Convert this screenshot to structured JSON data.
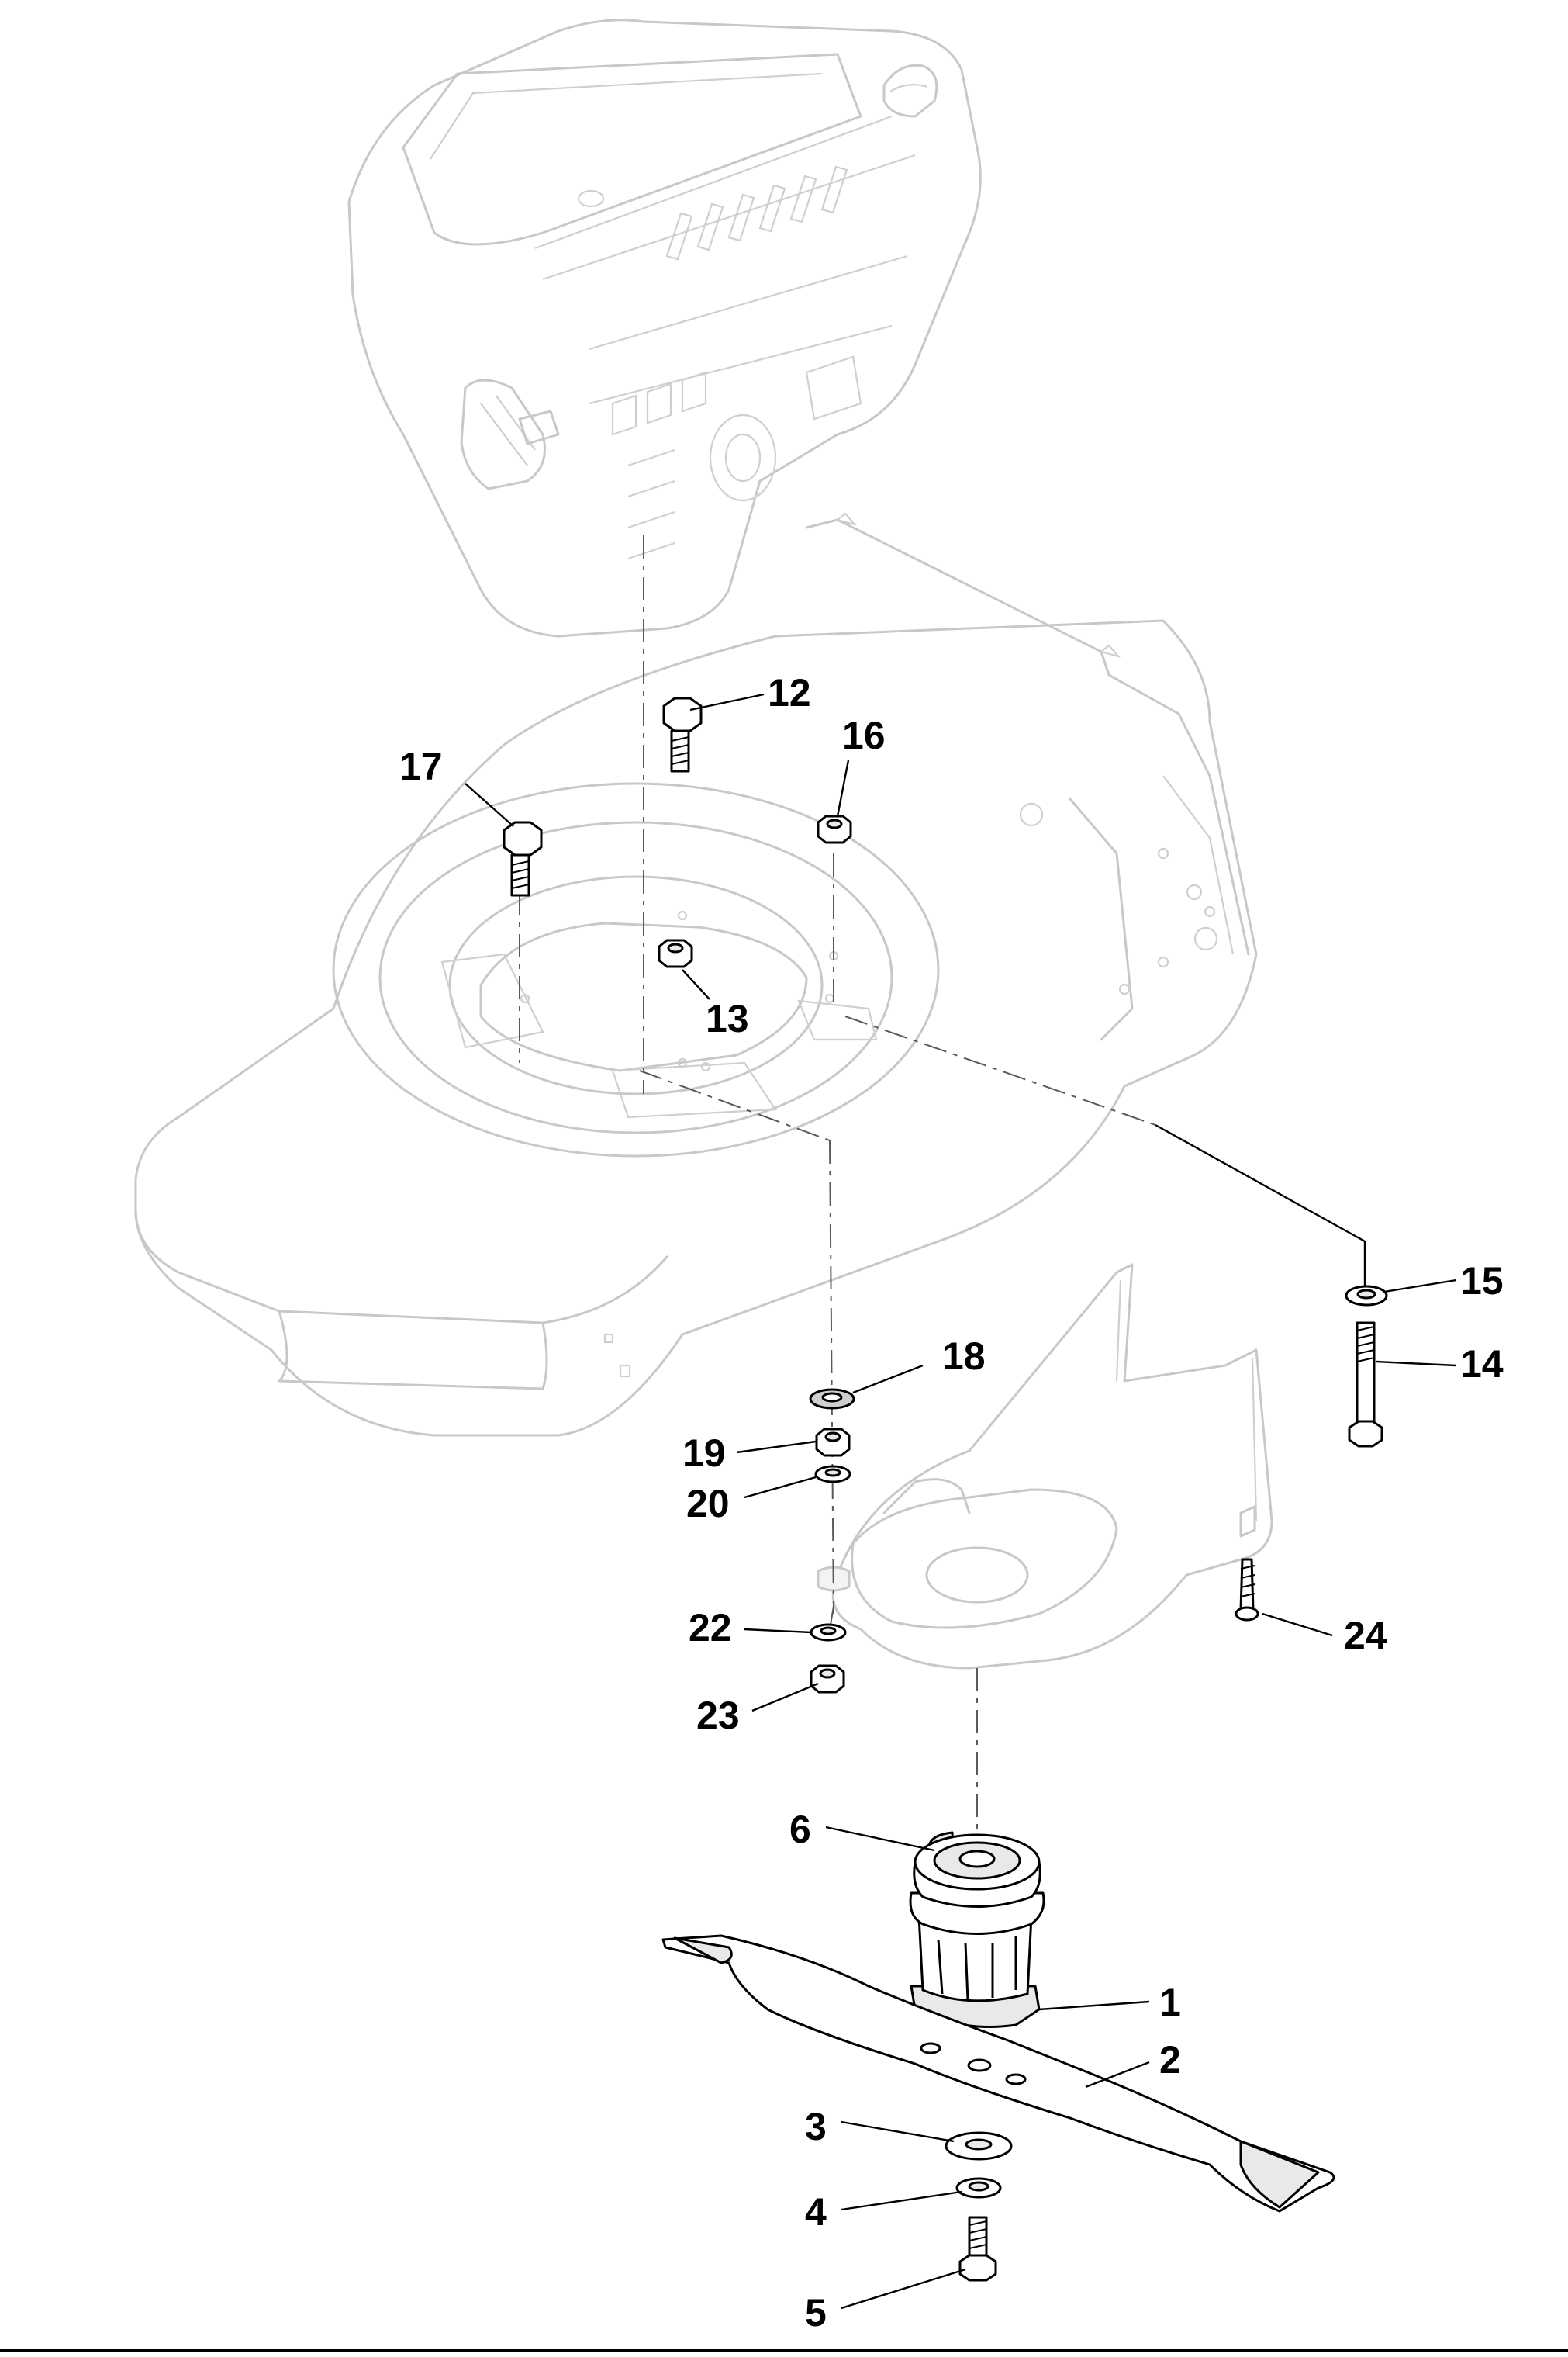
{
  "callouts": [
    {
      "id": "c1",
      "label": "1"
    },
    {
      "id": "c2",
      "label": "2"
    },
    {
      "id": "c3",
      "label": "3"
    },
    {
      "id": "c4",
      "label": "4"
    },
    {
      "id": "c5",
      "label": "5"
    },
    {
      "id": "c6",
      "label": "6"
    },
    {
      "id": "c12",
      "label": "12"
    },
    {
      "id": "c13",
      "label": "13"
    },
    {
      "id": "c14",
      "label": "14"
    },
    {
      "id": "c15",
      "label": "15"
    },
    {
      "id": "c16",
      "label": "16"
    },
    {
      "id": "c17",
      "label": "17"
    },
    {
      "id": "c18",
      "label": "18"
    },
    {
      "id": "c19",
      "label": "19"
    },
    {
      "id": "c20",
      "label": "20"
    },
    {
      "id": "c22",
      "label": "22"
    },
    {
      "id": "c23",
      "label": "23"
    },
    {
      "id": "c24",
      "label": "24"
    }
  ]
}
